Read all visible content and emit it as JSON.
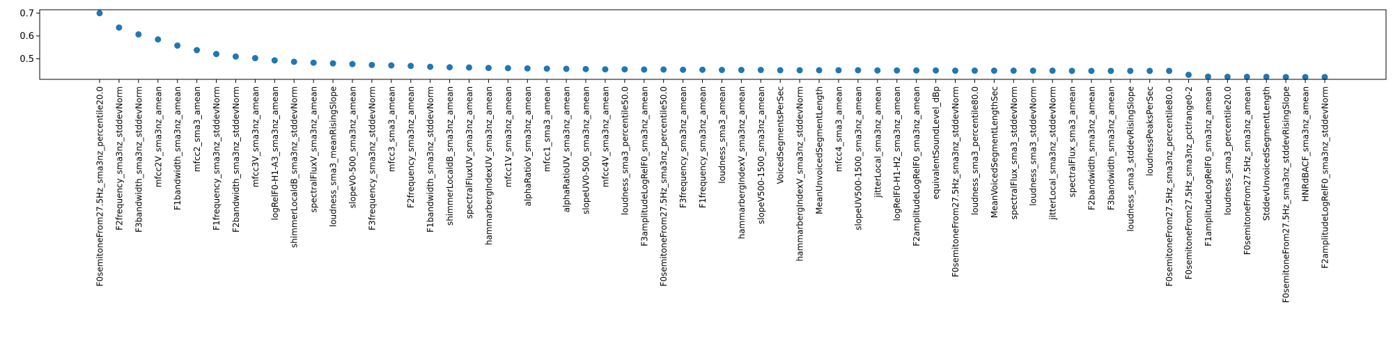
{
  "chart_data": {
    "type": "scatter",
    "title": "",
    "xlabel": "",
    "ylabel": "",
    "ylim": [
      0.41,
      0.715
    ],
    "yticks": [
      0.5,
      0.6,
      0.7
    ],
    "ytick_labels": [
      "0.5",
      "0.6",
      "0.7"
    ],
    "grid": false,
    "legend": "none",
    "marker_color": "#1f77b4",
    "categories": [
      "F0semitoneFrom27.5Hz_sma3nz_percentile20.0",
      "F2frequency_sma3nz_stddevNorm",
      "F3bandwidth_sma3nz_stddevNorm",
      "mfcc2V_sma3nz_amean",
      "F1bandwidth_sma3nz_amean",
      "mfcc2_sma3_amean",
      "F1frequency_sma3nz_stddevNorm",
      "F2bandwidth_sma3nz_stddevNorm",
      "mfcc3V_sma3nz_amean",
      "logRelF0-H1-A3_sma3nz_amean",
      "shimmerLocaldB_sma3nz_stddevNorm",
      "spectralFluxV_sma3nz_amean",
      "loudness_sma3_meanRisingSlope",
      "slopeV0-500_sma3nz_amean",
      "F3frequency_sma3nz_stddevNorm",
      "mfcc3_sma3_amean",
      "F2frequency_sma3nz_amean",
      "F1bandwidth_sma3nz_stddevNorm",
      "shimmerLocaldB_sma3nz_amean",
      "spectralFluxUV_sma3nz_amean",
      "hammarbergIndexUV_sma3nz_amean",
      "mfcc1V_sma3nz_amean",
      "alphaRatioV_sma3nz_amean",
      "mfcc1_sma3_amean",
      "alphaRatioUV_sma3nz_amean",
      "slopeUV0-500_sma3nz_amean",
      "mfcc4V_sma3nz_amean",
      "loudness_sma3_percentile50.0",
      "F3amplitudeLogRelF0_sma3nz_amean",
      "F0semitoneFrom27.5Hz_sma3nz_percentile50.0",
      "F3frequency_sma3nz_amean",
      "F1frequency_sma3nz_amean",
      "loudness_sma3_amean",
      "hammarbergIndexV_sma3nz_amean",
      "slopeV500-1500_sma3nz_amean",
      "VoicedSegmentsPerSec",
      "hammarbergIndexV_sma3nz_stddevNorm",
      "MeanUnvoicedSegmentLength",
      "mfcc4_sma3_amean",
      "slopeUV500-1500_sma3nz_amean",
      "jitterLocal_sma3nz_amean",
      "logRelF0-H1-H2_sma3nz_amean",
      "F2amplitudeLogRelF0_sma3nz_amean",
      "equivalentSoundLevel_dBp",
      "F0semitoneFrom27.5Hz_sma3nz_stddevNorm",
      "loudness_sma3_percentile80.0",
      "MeanVoicedSegmentLengthSec",
      "spectralFlux_sma3_stddevNorm",
      "loudness_sma3_stddevNorm",
      "jitterLocal_sma3nz_stddevNorm",
      "spectralFlux_sma3_amean",
      "F2bandwidth_sma3nz_amean",
      "F3bandwidth_sma3nz_amean",
      "loudness_sma3_stddevRisingSlope",
      "loudnessPeaksPerSec",
      "F0semitoneFrom27.5Hz_sma3nz_percentile80.0",
      "F0semitoneFrom27.5Hz_sma3nz_pctlrange0-2",
      "F1amplitudeLogRelF0_sma3nz_amean",
      "loudness_sma3_percentile20.0",
      "F0semitoneFrom27.5Hz_sma3nz_amean",
      "StddevUnvoicedSegmentLength",
      "F0semitoneFrom27.5Hz_sma3nz_stddevRisingSlope",
      "HNRdBACF_sma3nz_amean",
      "F2amplitudeLogRelF0_sma3nz_stddevNorm"
    ],
    "values": [
      0.7,
      0.637,
      0.607,
      0.585,
      0.558,
      0.538,
      0.521,
      0.51,
      0.503,
      0.493,
      0.487,
      0.483,
      0.48,
      0.477,
      0.473,
      0.471,
      0.469,
      0.465,
      0.463,
      0.462,
      0.46,
      0.459,
      0.458,
      0.457,
      0.456,
      0.455,
      0.454,
      0.454,
      0.453,
      0.453,
      0.452,
      0.452,
      0.451,
      0.451,
      0.451,
      0.45,
      0.45,
      0.45,
      0.45,
      0.45,
      0.449,
      0.449,
      0.449,
      0.449,
      0.448,
      0.448,
      0.448,
      0.448,
      0.448,
      0.448,
      0.447,
      0.447,
      0.447,
      0.447,
      0.447,
      0.447,
      0.43,
      0.422,
      0.421,
      0.421,
      0.421,
      0.42,
      0.42,
      0.42
    ]
  }
}
